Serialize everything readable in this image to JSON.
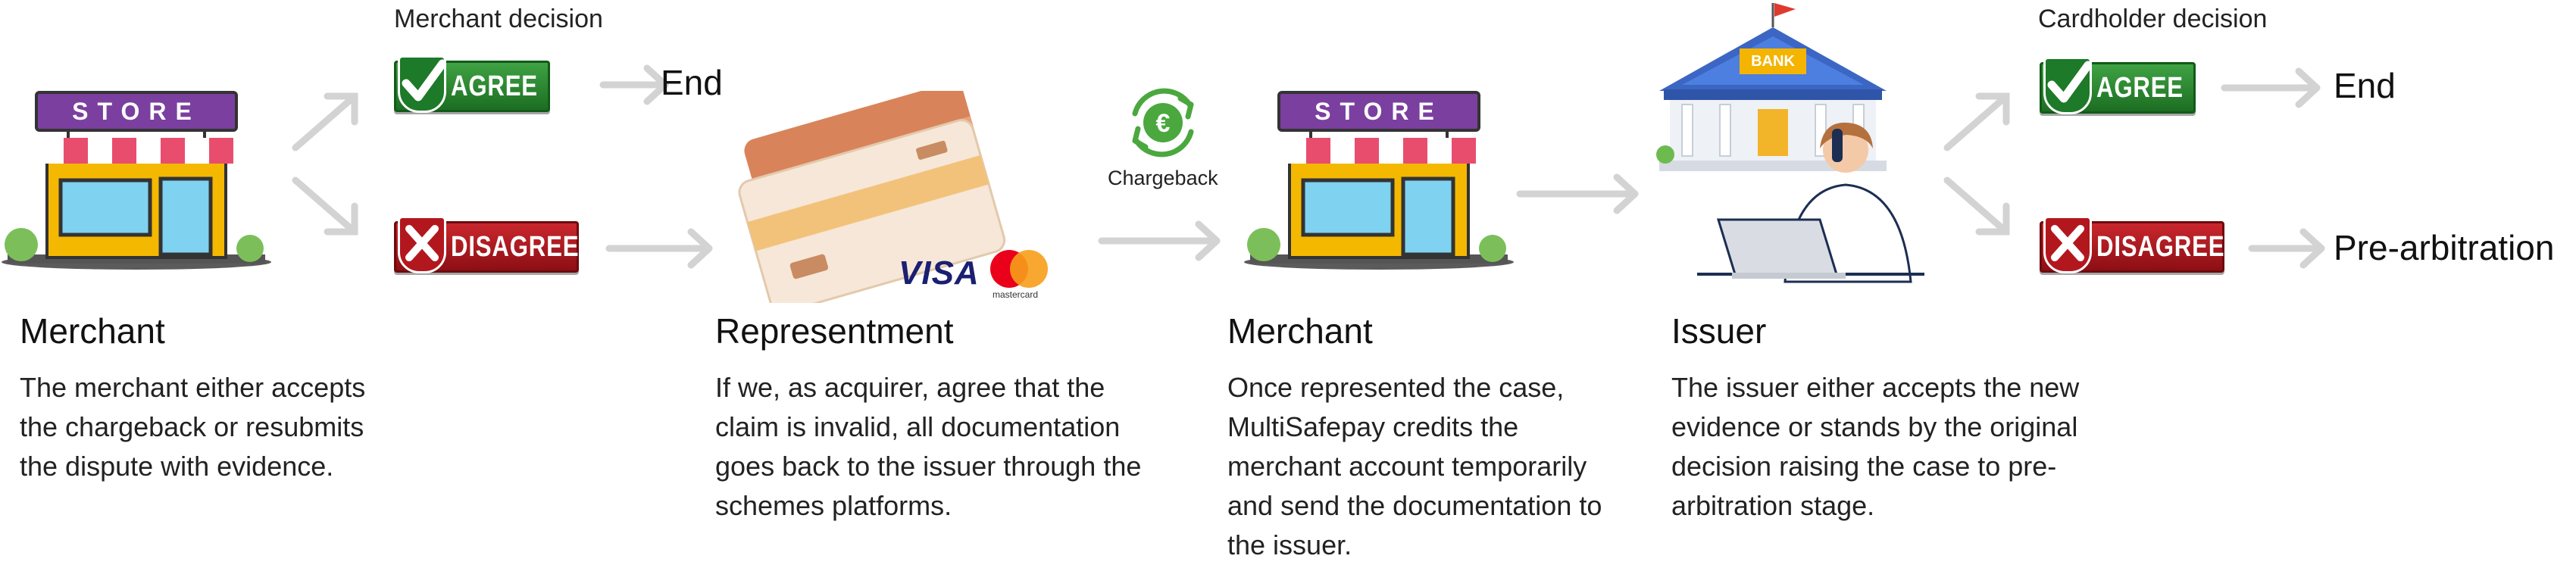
{
  "steps": [
    {
      "title": "Merchant",
      "description": "The merchant either accepts the chargeback or resubmits the dispute with evidence."
    },
    {
      "title": "Representment",
      "description": "If we, as acquirer, agree that the claim is invalid, all documentation goes back to the issuer through the schemes platforms."
    },
    {
      "title": "Merchant",
      "description": "Once represented the case, MultiSafepay credits the merchant account temporarily and send the documentation to the issuer."
    },
    {
      "title": "Issuer",
      "description": "The issuer either accepts the new evidence or stands by the original decision raising the case to pre-arbitration stage."
    }
  ],
  "merchant_decision": {
    "label": "Merchant decision",
    "agree": "AGREE",
    "disagree": "DISAGREE",
    "agree_outcome": "End"
  },
  "cardholder_decision": {
    "label": "Cardholder decision",
    "agree": "AGREE",
    "disagree": "DISAGREE",
    "agree_outcome": "End",
    "disagree_outcome": "Pre-arbitration"
  },
  "chargeback_label": "Chargeback",
  "store_sign": "STORE",
  "bank_sign": "BANK",
  "card_brands": {
    "visa": "VISA",
    "mastercard": "mastercard"
  },
  "colors": {
    "arrow": "#d3d3d3",
    "agree_green": "#2e8b35",
    "disagree_red": "#b3171e",
    "store_purple": "#7b3fa0",
    "store_yellow": "#f5b800"
  }
}
